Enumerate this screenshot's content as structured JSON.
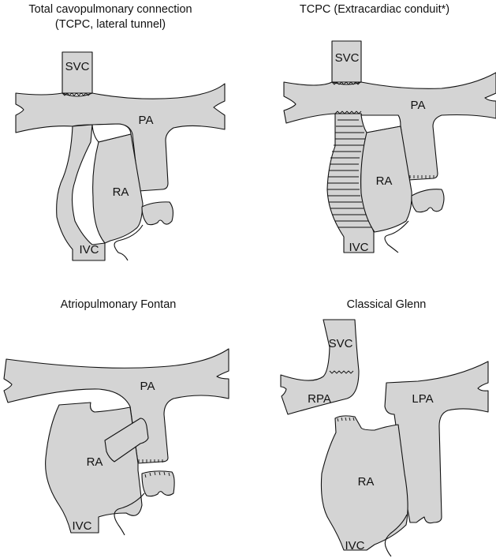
{
  "figure": {
    "fill_color": "#d4d4d4",
    "line_color": "#111111",
    "panels": [
      {
        "id": "tcpc-lateral-tunnel",
        "title_line1": "Total cavopulmonary connection",
        "title_line2": "(TCPC, lateral tunnel)",
        "labels": {
          "svc": "SVC",
          "pa": "PA",
          "ra": "RA",
          "ivc": "IVC"
        }
      },
      {
        "id": "tcpc-extracardiac",
        "title": "TCPC (Extracardiac conduit*)",
        "labels": {
          "svc": "SVC",
          "pa": "PA",
          "ra": "RA",
          "ivc": "IVC"
        }
      },
      {
        "id": "atriopulmonary-fontan",
        "title": "Atriopulmonary Fontan",
        "labels": {
          "pa": "PA",
          "ra": "RA",
          "ivc": "IVC"
        }
      },
      {
        "id": "classical-glenn",
        "title": "Classical Glenn",
        "labels": {
          "svc": "SVC",
          "rpa": "RPA",
          "lpa": "LPA",
          "ra": "RA",
          "ivc": "IVC"
        }
      }
    ]
  }
}
